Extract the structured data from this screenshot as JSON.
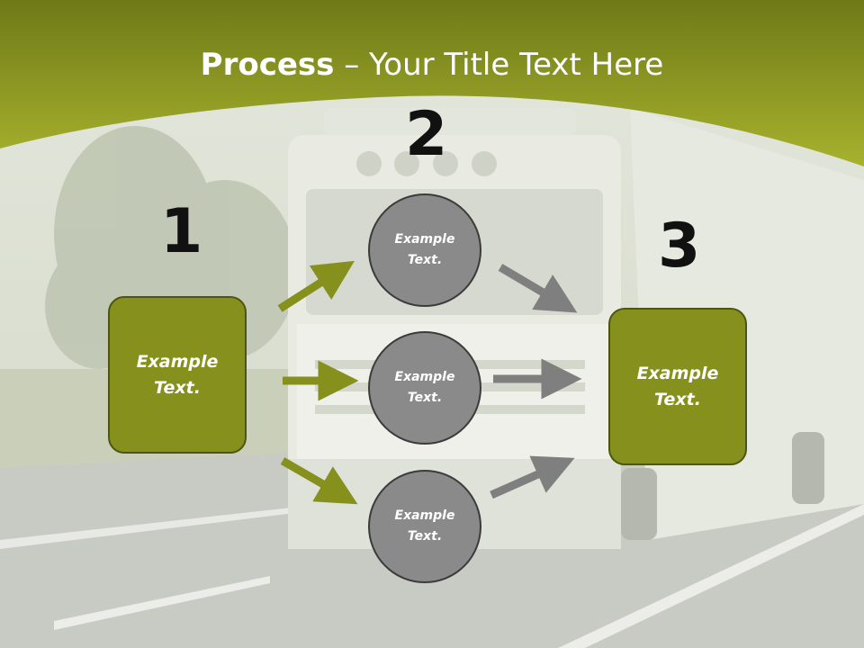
{
  "title": {
    "bold": "Process",
    "separator": "–",
    "rest": "Your Title Text Here"
  },
  "steps": [
    {
      "number": "1",
      "line1": "Example",
      "line2": "Text."
    },
    {
      "number": "2"
    },
    {
      "number": "3",
      "line1": "Example",
      "line2": "Text."
    }
  ],
  "circles": [
    {
      "line1": "Example",
      "line2": "Text."
    },
    {
      "line1": "Example",
      "line2": "Text."
    },
    {
      "line1": "Example",
      "line2": "Text."
    }
  ],
  "colors": {
    "accent_green": "#86901d",
    "banner_green": "#9aa62c",
    "circle_gray": "#8a8a8a",
    "arrow_gray": "#7f7f7f"
  }
}
